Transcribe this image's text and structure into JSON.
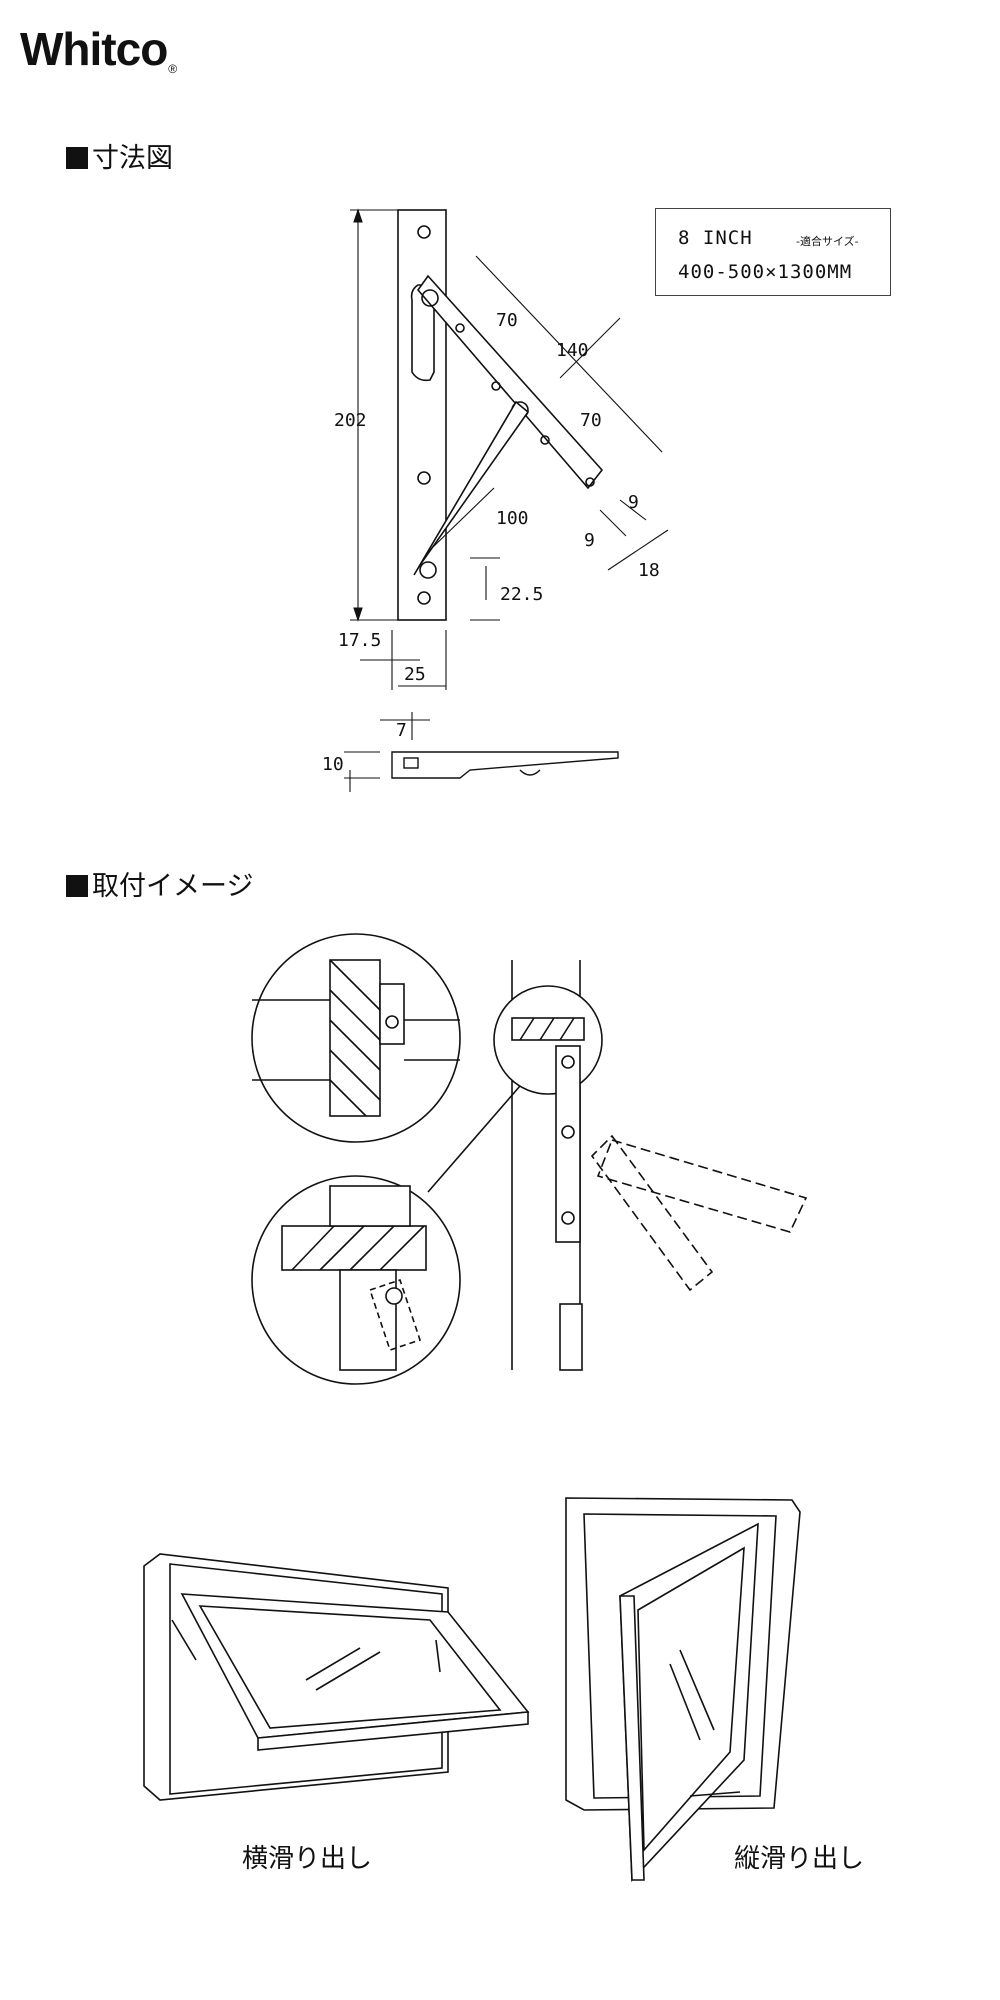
{
  "brand": {
    "name": "Whitco",
    "mark": "®"
  },
  "sections": {
    "dimensions": "寸法図",
    "mounting": "取付イメージ"
  },
  "spec": {
    "size": "8 INCH",
    "fit_label": "-適合サイズ-",
    "dims": "400-500×1300MM"
  },
  "dimension_labels": {
    "d202": "202",
    "d70a": "70",
    "d140": "140",
    "d70b": "70",
    "d100": "100",
    "d9a": "9",
    "d9b": "9",
    "d18": "18",
    "d22_5": "22.5",
    "d17_5": "17.5",
    "d25": "25",
    "d7": "7",
    "d10": "10"
  },
  "captions": {
    "horizontal": "横滑り出し",
    "vertical": "縦滑り出し"
  }
}
